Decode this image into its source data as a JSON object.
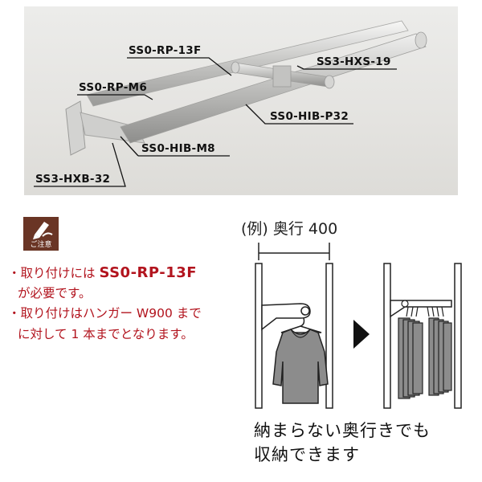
{
  "parts": {
    "rp13f": "SS0-RP-13F",
    "hxs19": "SS3-HXS-19",
    "rpm6": "SS0-RP-M6",
    "hibp32": "SS0-HIB-P32",
    "hibm8": "SS0-HIB-M8",
    "hxb32": "SS3-HXB-32"
  },
  "caution": {
    "icon_label": "ご注意",
    "line1_prefix": "・取り付けには ",
    "line1_part": "SS0-RP-13F",
    "line2": "が必要です。",
    "line3": "・取り付けはハンガー W900 まで",
    "line4": "に対して 1 本までとなります。"
  },
  "example": {
    "label": "(例) 奥行 400"
  },
  "caption": {
    "line1": "納まらない奥行きでも",
    "line2": "収納できます"
  },
  "colors": {
    "caution_red": "#b2141e",
    "icon_brown": "#6a3525",
    "garment_gray": "#8c8c8c"
  }
}
